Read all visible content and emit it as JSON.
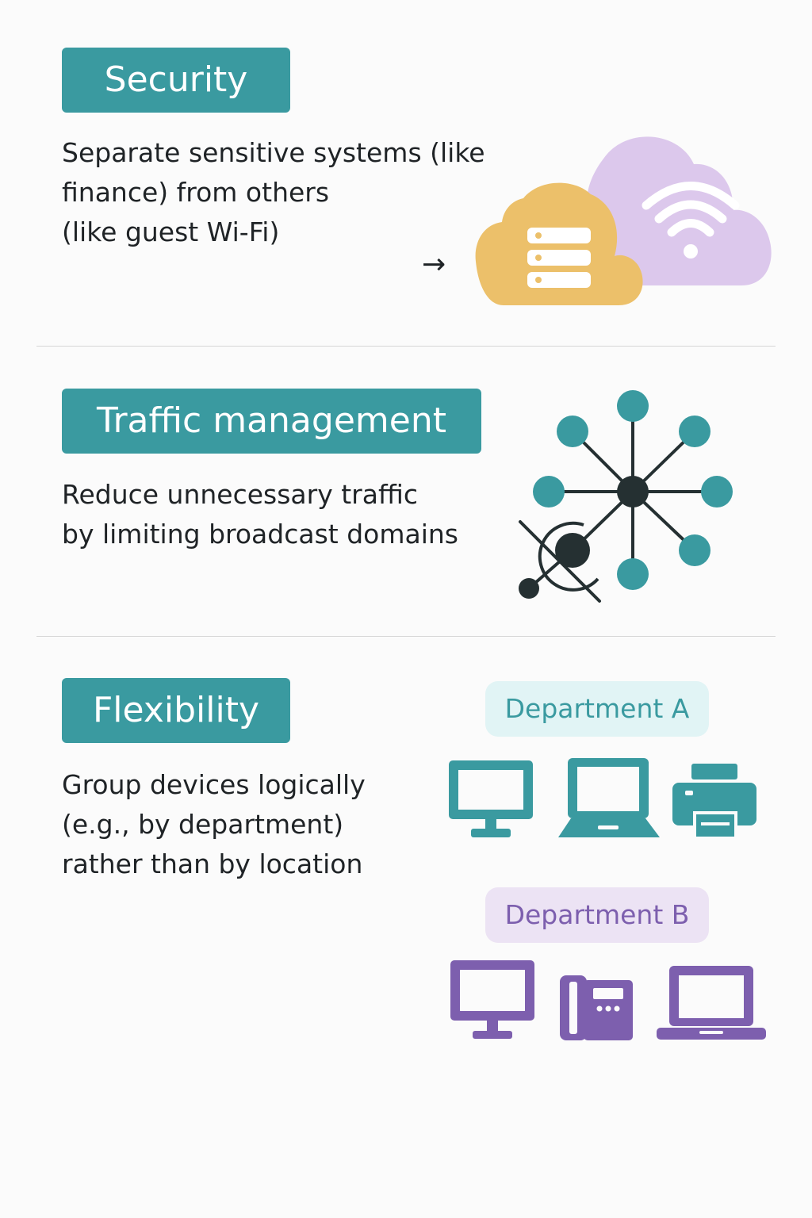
{
  "sections": [
    {
      "title": "Security",
      "lines": [
        "Separate sensitive systems (like",
        "finance) from others",
        "(like guest Wi-Fi)"
      ],
      "arrow": "→"
    },
    {
      "title": "Traffic management",
      "lines": [
        "Reduce unnecessary traffic",
        "by limiting broadcast domains"
      ]
    },
    {
      "title": "Flexibility",
      "lines": [
        "Group devices logically",
        "(e.g., by department)",
        "rather than by location"
      ]
    }
  ],
  "departments": [
    {
      "label": "Department A",
      "color": "#3a9aa0",
      "bg": "#e1f4f5",
      "devices": [
        "monitor-icon",
        "laptop-icon",
        "printer-icon"
      ]
    },
    {
      "label": "Department B",
      "color": "#7d5fae",
      "bg": "#ece3f4",
      "devices": [
        "monitor-icon",
        "desk-phone-icon",
        "laptop-icon"
      ]
    }
  ],
  "colors": {
    "teal": "#3a9aa0",
    "purple": "#7d5fae",
    "yellow_cloud": "#ecc06a",
    "lavender_cloud": "#dcc8ec",
    "node_dark": "#253032"
  }
}
